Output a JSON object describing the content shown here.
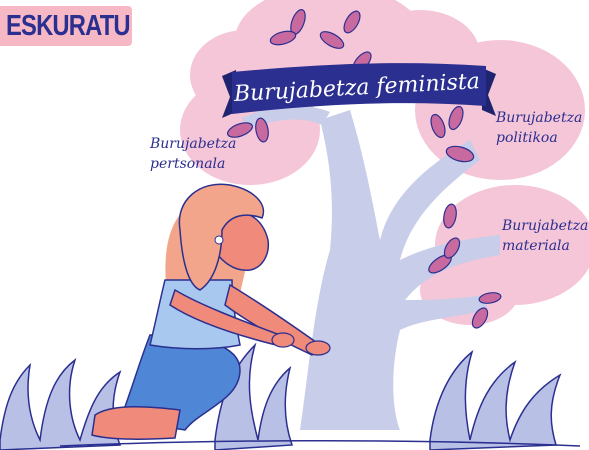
{
  "badge": {
    "text": "ESKURATU"
  },
  "banner": {
    "title": "Burujabetza feminista"
  },
  "branches": [
    {
      "line1": "Burujabetza",
      "line2": "pertsonala"
    },
    {
      "line1": "Burujabetza",
      "line2": "politikoa"
    },
    {
      "line1": "Burujabetza",
      "line2": "materiala"
    }
  ],
  "colors": {
    "navy": "#2b2f8f",
    "pink_foliage": "#f5c6d8",
    "trunk": "#c8cde9",
    "leaf": "#c86aa0",
    "skin": "#f08a7a",
    "hair": "#f2a58a",
    "shirt": "#a9c8f0",
    "pants": "#4f86d6",
    "grass": "#b9c0e6"
  }
}
